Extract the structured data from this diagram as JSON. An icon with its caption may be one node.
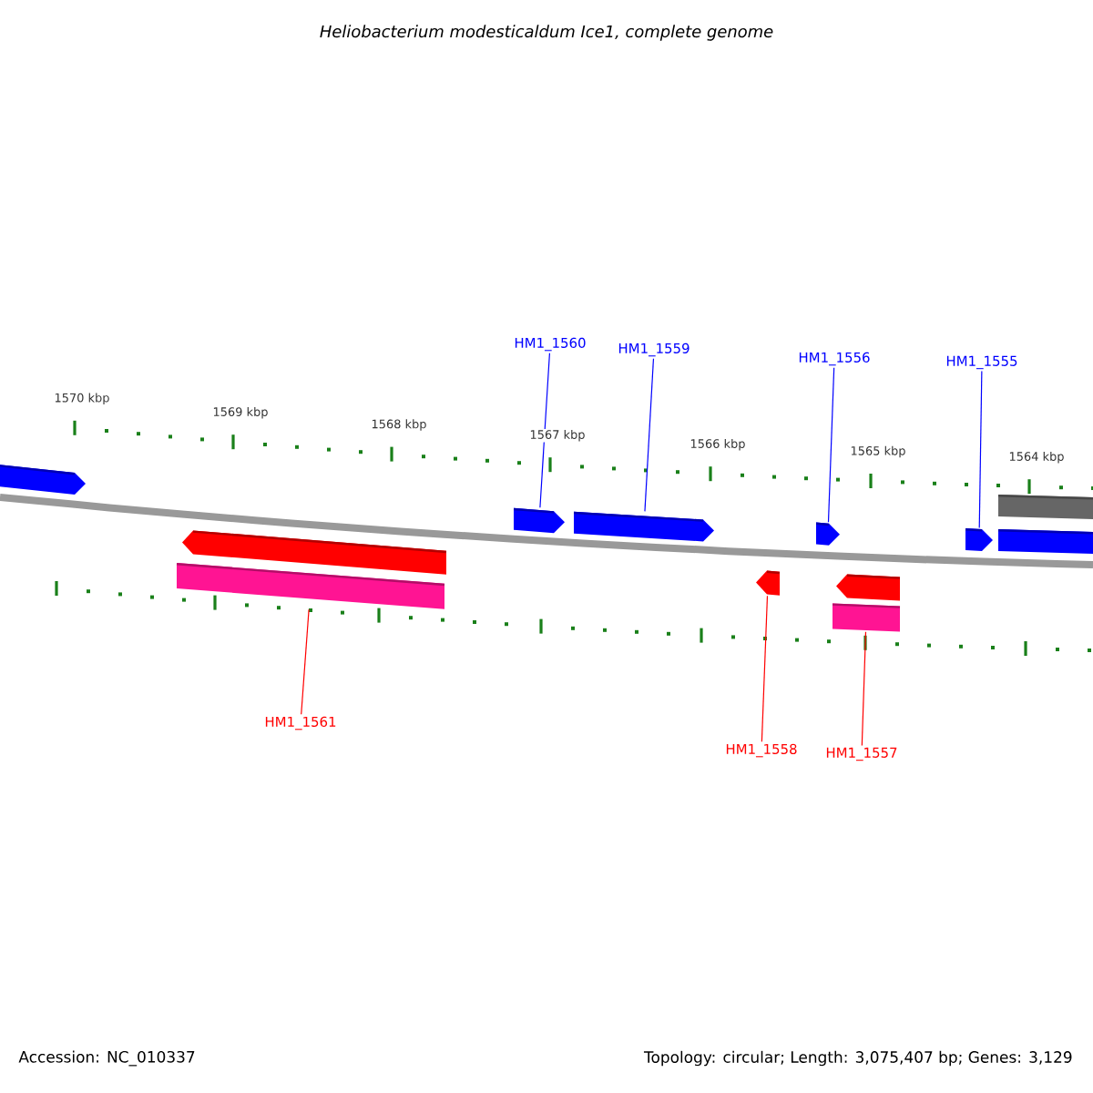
{
  "diagram": {
    "title": "Heliobacterium modesticaldum Ice1, complete genome",
    "nodes": [
      {
        "text": [
          "HM1_1560"
        ]
      },
      {
        "text": [
          "HM1_1559"
        ]
      },
      {
        "text": [
          "HM1_1556"
        ]
      },
      {
        "text": [
          "HM1_1555"
        ]
      },
      {
        "text": [],
        "shape": "bar"
      },
      {
        "text": [],
        "shape": "arrow"
      },
      {
        "text": [],
        "shape": "arrow"
      },
      {
        "text": [],
        "shape": "arrow"
      },
      {
        "text": [],
        "shape": "arrow"
      },
      {
        "text": [],
        "shape": "arrow"
      },
      {
        "text": [],
        "shape": "bar"
      },
      {
        "text": [],
        "shape": "arrow"
      },
      {
        "text": [],
        "shape": "arrow"
      },
      {
        "text": [],
        "shape": "arrow"
      },
      {
        "text": [],
        "shape": "bar"
      },
      {
        "text": [],
        "shape": "bar"
      },
      {
        "text": [
          "HM1_1561"
        ]
      },
      {
        "text": [
          "HM1_1558"
        ]
      },
      {
        "text": [
          "HM1_1557"
        ]
      }
    ],
    "edges": [
      {
        "from": 0,
        "to": 6,
        "arrow": "none",
        "color": "#0000ff"
      },
      {
        "from": 1,
        "to": 7,
        "arrow": "none",
        "color": "#0000ff"
      },
      {
        "from": 2,
        "to": 8,
        "arrow": "none",
        "color": "#0000ff"
      },
      {
        "from": 3,
        "to": 9,
        "arrow": "none",
        "color": "#0000ff"
      },
      {
        "from": 16,
        "to": 14,
        "arrow": "none",
        "color": "#ff0000"
      },
      {
        "from": 17,
        "to": 12,
        "arrow": "none",
        "color": "#ff0000"
      },
      {
        "from": 18,
        "to": 15,
        "arrow": "none",
        "color": "#ff0000"
      }
    ],
    "labels": [
      "1570 kbp",
      "1569 kbp",
      "1568 kbp",
      "1567 kbp",
      "1566 kbp",
      "1565 kbp",
      "1564 kbp",
      "Accession: NC_010337",
      "Topology: circular; Length: 3,075,407 bp; Genes: 3,129"
    ]
  }
}
